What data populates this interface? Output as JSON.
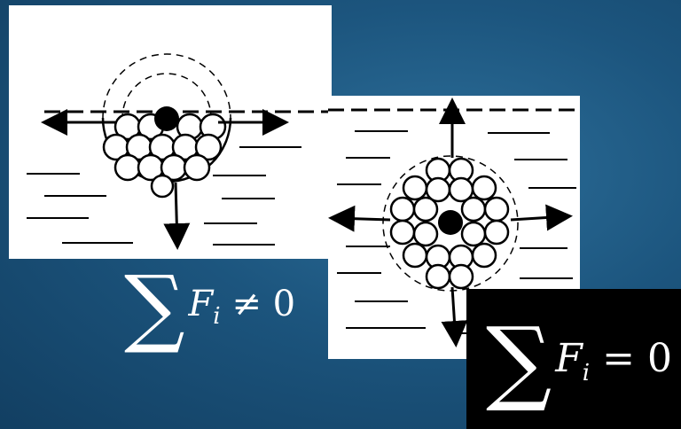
{
  "slide": {
    "title_partial": ""
  },
  "diagram_left": {
    "caption_symbol": "∑",
    "caption_var": "F",
    "caption_sub": "i",
    "caption_rel": "≠ 0"
  },
  "diagram_right": {
    "caption_symbol": "∑",
    "caption_var": "F",
    "caption_sub": "i",
    "caption_rel": "= 0"
  },
  "colors": {
    "background": "#1c557e",
    "panel": "#ffffff",
    "ink": "#000000",
    "formula_box": "#000000"
  }
}
